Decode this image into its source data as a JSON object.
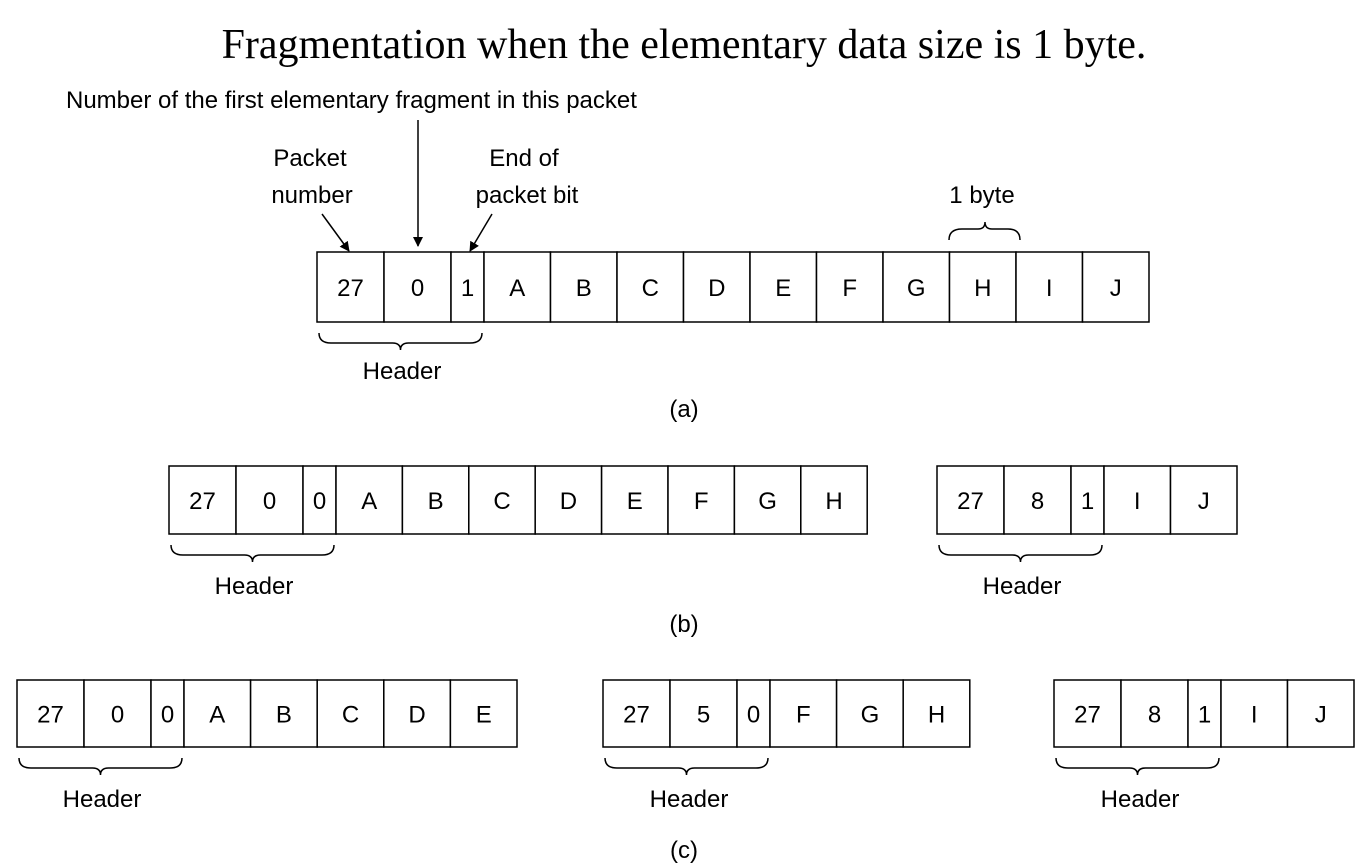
{
  "title": "Fragmentation when the elementary data size is 1 byte.",
  "annotations": {
    "first_fragment": "Number of the first elementary fragment in this packet",
    "packet_number_line1": "Packet",
    "packet_number_line2": "number",
    "end_of_packet_line1": "End of",
    "end_of_packet_line2": "packet bit",
    "one_byte": "1 byte"
  },
  "header_label": "Header",
  "captions": {
    "a": "(a)",
    "b": "(b)",
    "c": "(c)"
  },
  "packets": {
    "a": [
      {
        "cells": [
          "27",
          "0",
          "1",
          "A",
          "B",
          "C",
          "D",
          "E",
          "F",
          "G",
          "H",
          "I",
          "J"
        ]
      }
    ],
    "b": [
      {
        "cells": [
          "27",
          "0",
          "0",
          "A",
          "B",
          "C",
          "D",
          "E",
          "F",
          "G",
          "H"
        ]
      },
      {
        "cells": [
          "27",
          "8",
          "1",
          "I",
          "J"
        ]
      }
    ],
    "c": [
      {
        "cells": [
          "27",
          "0",
          "0",
          "A",
          "B",
          "C",
          "D",
          "E"
        ]
      },
      {
        "cells": [
          "27",
          "5",
          "0",
          "F",
          "G",
          "H"
        ]
      },
      {
        "cells": [
          "27",
          "8",
          "1",
          "I",
          "J"
        ]
      }
    ]
  }
}
